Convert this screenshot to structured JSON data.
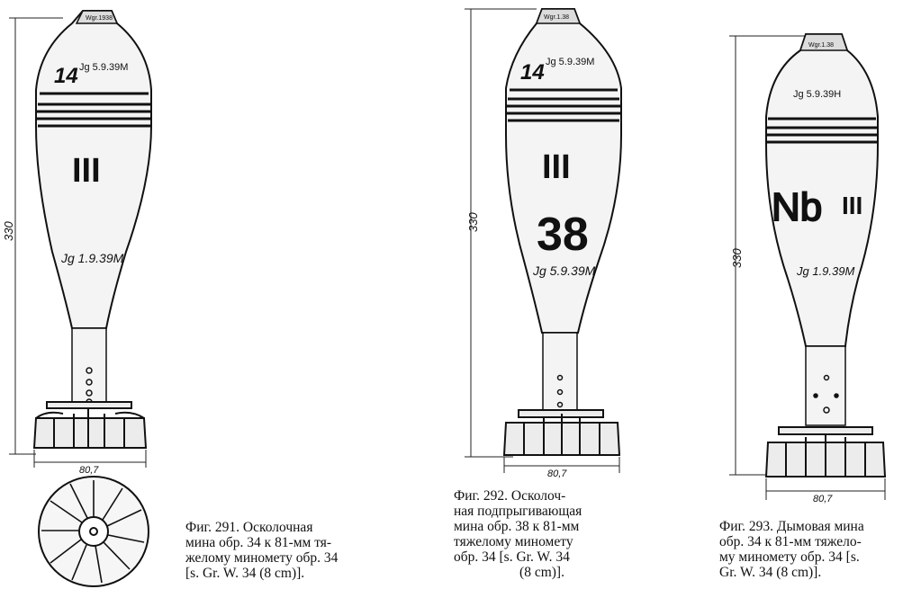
{
  "figures": [
    {
      "dim_height": "330",
      "dim_width": "80,7",
      "nose_stamp": "Wgr.1938",
      "mark_number": "14",
      "mark_stamp_top": "Jg 5.9.39M",
      "mark_roman": "III",
      "mark_secondary": "",
      "mark_stamp_bottom": "Jg 1.9.39M",
      "base_fins_label": "",
      "caption_lines": [
        "Фиг.  291.   Осколочная",
        "мина обр. 34 к 81-мм тя-",
        "желому миномету обр. 34",
        "[s. Gr. W. 34 (8 cm)]."
      ]
    },
    {
      "dim_height": "330",
      "dim_width": "80,7",
      "nose_stamp": "Wgr.1.38",
      "mark_number": "14",
      "mark_stamp_top": "Jg 5.9.39M",
      "mark_roman": "III",
      "mark_secondary": "38",
      "mark_stamp_bottom": "Jg 5.9.39M",
      "caption_lines": [
        "Фиг.  292.  Осколоч-",
        "ная подпрыгивающая",
        "мина  обр.  38 к 81-мм",
        "тяжелому   миномету",
        "обр.  34  [s.  Gr.  W.  34",
        "(8 cm)]."
      ]
    },
    {
      "dim_height": "330",
      "dim_width": "80,7",
      "nose_stamp": "Wgr.1.38",
      "mark_number": "",
      "mark_stamp_top": "Jg 5.9.39H",
      "mark_roman": "III",
      "mark_secondary": "Nb",
      "mark_stamp_bottom": "Jg 1.9.39M",
      "caption_lines": [
        "Фиг. 293. Дымовая мина",
        "обр. 34 к 81-мм тяжело-",
        "му миномету обр. 34 [s.",
        "Gr.  W.  34  (8 cm)]."
      ]
    }
  ]
}
